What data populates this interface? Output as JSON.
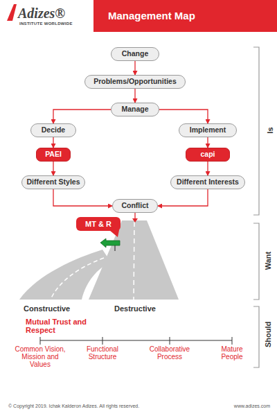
{
  "diagram": {
    "title": "Management Map",
    "nodes": [
      {
        "text": [
          "Change"
        ]
      },
      {
        "text": [
          "Problems/Opportunities"
        ]
      },
      {
        "text": [
          "Manage"
        ]
      },
      {
        "text": [
          "Decide"
        ]
      },
      {
        "text": [
          "Implement"
        ]
      },
      {
        "text": [
          "PAEI"
        ]
      },
      {
        "text": [
          "capi"
        ]
      },
      {
        "text": [
          "Different Styles"
        ]
      },
      {
        "text": [
          "Different Interests"
        ]
      },
      {
        "text": [
          "Conflict"
        ]
      },
      {
        "text": [
          "MT & R"
        ]
      }
    ],
    "edges": [
      {
        "from": 0,
        "to": 1,
        "arrow": "to"
      },
      {
        "from": 1,
        "to": 2,
        "arrow": "to"
      },
      {
        "from": 2,
        "to": 3,
        "arrow": "to"
      },
      {
        "from": 2,
        "to": 4,
        "arrow": "to"
      },
      {
        "from": 3,
        "to": 5,
        "arrow": "to"
      },
      {
        "from": 5,
        "to": 7,
        "arrow": "to"
      },
      {
        "from": 4,
        "to": 6,
        "arrow": "to"
      },
      {
        "from": 6,
        "to": 8,
        "arrow": "to"
      },
      {
        "from": 7,
        "to": 9,
        "arrow": "to"
      },
      {
        "from": 8,
        "to": 9,
        "arrow": "to"
      }
    ],
    "labels": [
      "Adizes®",
      "INSTITUTE WORLDWIDE",
      "Is",
      "Want",
      "Should",
      "Constructive",
      "Destructive",
      "Mutual Trust and Respect",
      "Common Vision, Mission and Values",
      "Functional Structure",
      "Collaborative Process",
      "Mature People",
      "© Copyright 2019. Ichak Kalderon Adizes. All rights reserved.",
      "www.adizes.com"
    ]
  }
}
